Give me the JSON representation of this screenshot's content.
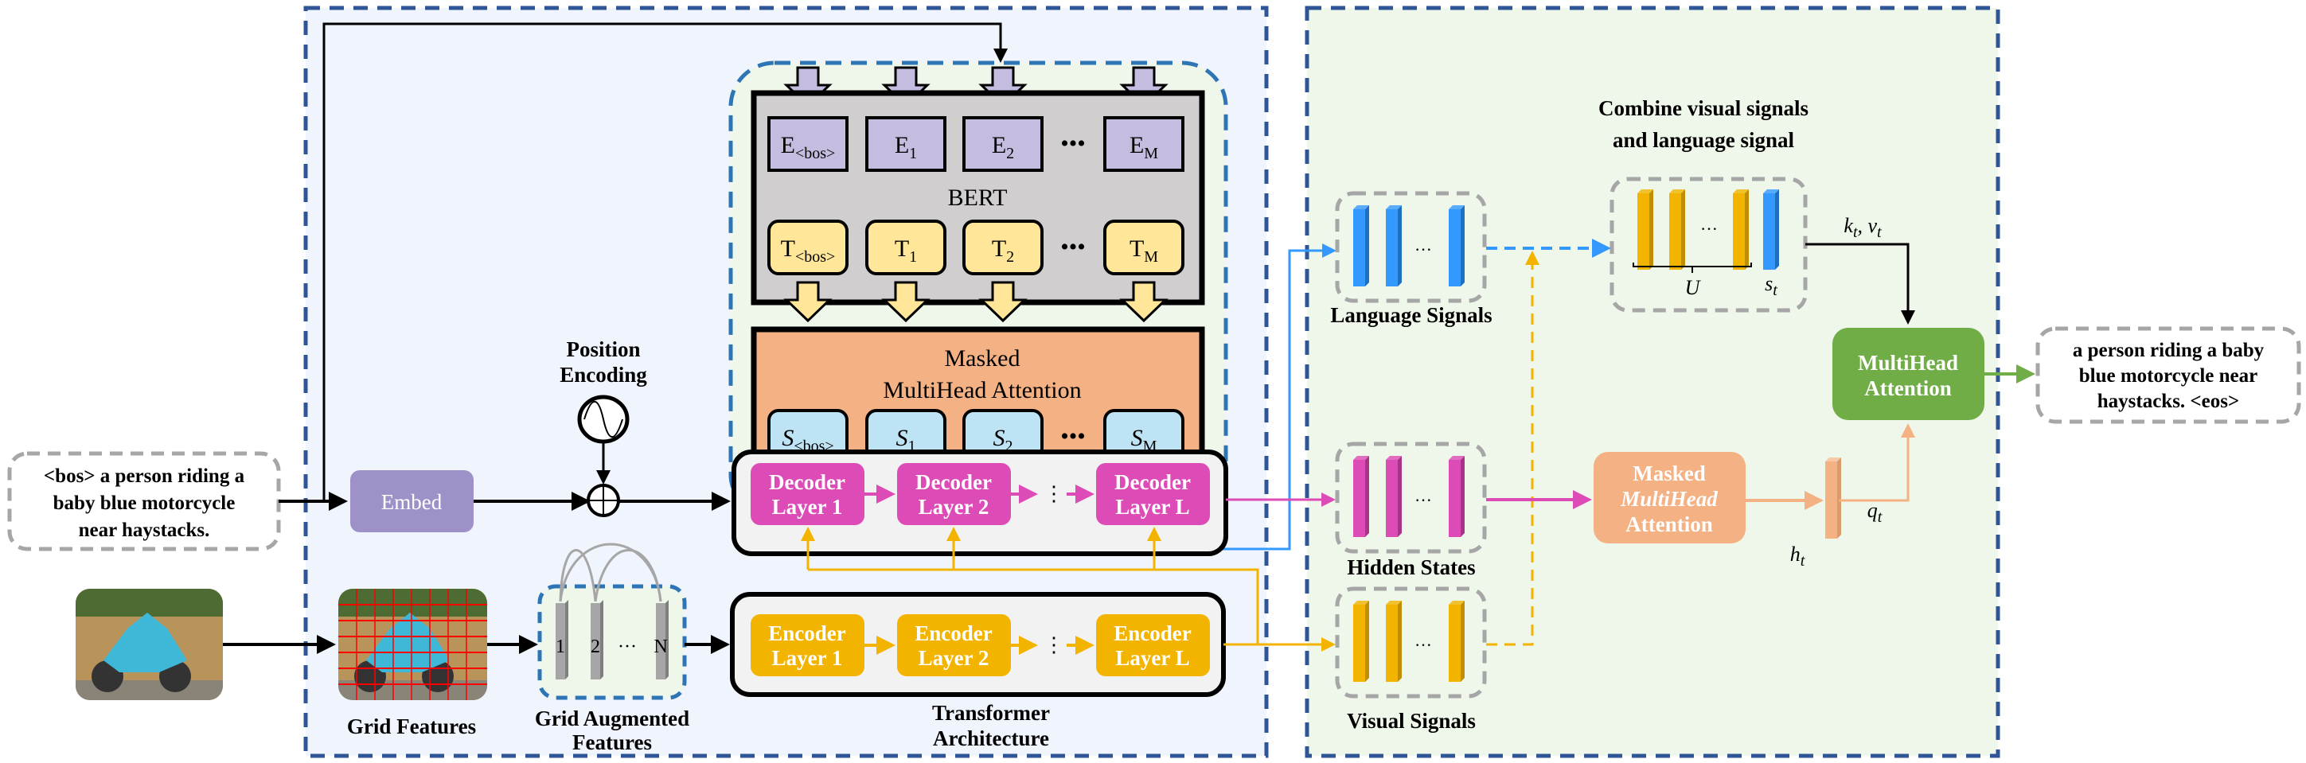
{
  "input_caption": {
    "lines": [
      "<bos> a person riding a",
      "baby blue motorcycle",
      "near haystacks."
    ]
  },
  "output_caption": {
    "lines": [
      "a person riding a baby",
      "blue motorcycle near",
      "haystacks. <eos>"
    ]
  },
  "embed": {
    "label": "Embed"
  },
  "position_encoding": {
    "lines": [
      "Position",
      "Encoding"
    ]
  },
  "bert": {
    "label": "BERT",
    "embeddings": [
      {
        "base": "E",
        "sub": "<bos>"
      },
      {
        "base": "E",
        "sub": "1"
      },
      {
        "base": "E",
        "sub": "2"
      },
      {
        "base": "E",
        "sub": "M"
      }
    ],
    "outputs": [
      {
        "base": "T",
        "sub": "<bos>"
      },
      {
        "base": "T",
        "sub": "1"
      },
      {
        "base": "T",
        "sub": "2"
      },
      {
        "base": "T",
        "sub": "M"
      }
    ],
    "ellipsis": "•••"
  },
  "masked_attention": {
    "lines": [
      "Masked",
      "MultiHead Attention"
    ],
    "signals": [
      {
        "base": "S",
        "sub": "<bos>"
      },
      {
        "base": "S",
        "sub": "1"
      },
      {
        "base": "S",
        "sub": "2"
      },
      {
        "base": "S",
        "sub": "M"
      }
    ],
    "ellipsis": "•••"
  },
  "decoder": {
    "layers": [
      [
        "Decoder",
        "Layer 1"
      ],
      [
        "Decoder",
        "Layer 2"
      ],
      [
        "Decoder",
        "Layer L"
      ]
    ]
  },
  "encoder": {
    "layers": [
      [
        "Encoder",
        "Layer 1"
      ],
      [
        "Encoder",
        "Layer 2"
      ],
      [
        "Encoder",
        "Layer L"
      ]
    ]
  },
  "grid_features": {
    "label": "Grid Features"
  },
  "grid_augmented": {
    "lines": [
      "Grid Augmented",
      "Features"
    ],
    "bar_labels": [
      "1",
      "2",
      "···",
      "N"
    ]
  },
  "transformer": {
    "lines": [
      "Transformer",
      "Architecture"
    ]
  },
  "language_signals": {
    "label": "Language Signals",
    "ellipsis": "···"
  },
  "hidden_states": {
    "label": "Hidden States",
    "ellipsis": "···"
  },
  "visual_signals": {
    "label": "Visual Signals",
    "ellipsis": "···"
  },
  "combine": {
    "lines": [
      "Combine visual signals",
      "and language signal"
    ],
    "u_label": "U",
    "s_base": "s",
    "s_sub": "t",
    "ellipsis": "···"
  },
  "kv_label": {
    "k": "k",
    "v": "v",
    "sub": "t"
  },
  "masked_mha": {
    "lines": [
      "Masked",
      "MultiHead",
      "Attention"
    ]
  },
  "final_mha": {
    "lines": [
      "MultiHead",
      "Attention"
    ]
  },
  "h_label": {
    "base": "h",
    "sub": "t"
  },
  "q_label": {
    "base": "q",
    "sub": "t"
  },
  "colors": {
    "decoder": "#dd4bb6",
    "encoder": "#f3b400",
    "embed": "#9e91c8",
    "bert": "#d0cece",
    "bert_embed": "#c5bde0",
    "bert_out": "#ffe699",
    "masked": "#f4b183",
    "signal": "#bde3f4",
    "language": "#3399ff",
    "final_mha": "#70ad47",
    "panel_border": "#2f5597"
  }
}
